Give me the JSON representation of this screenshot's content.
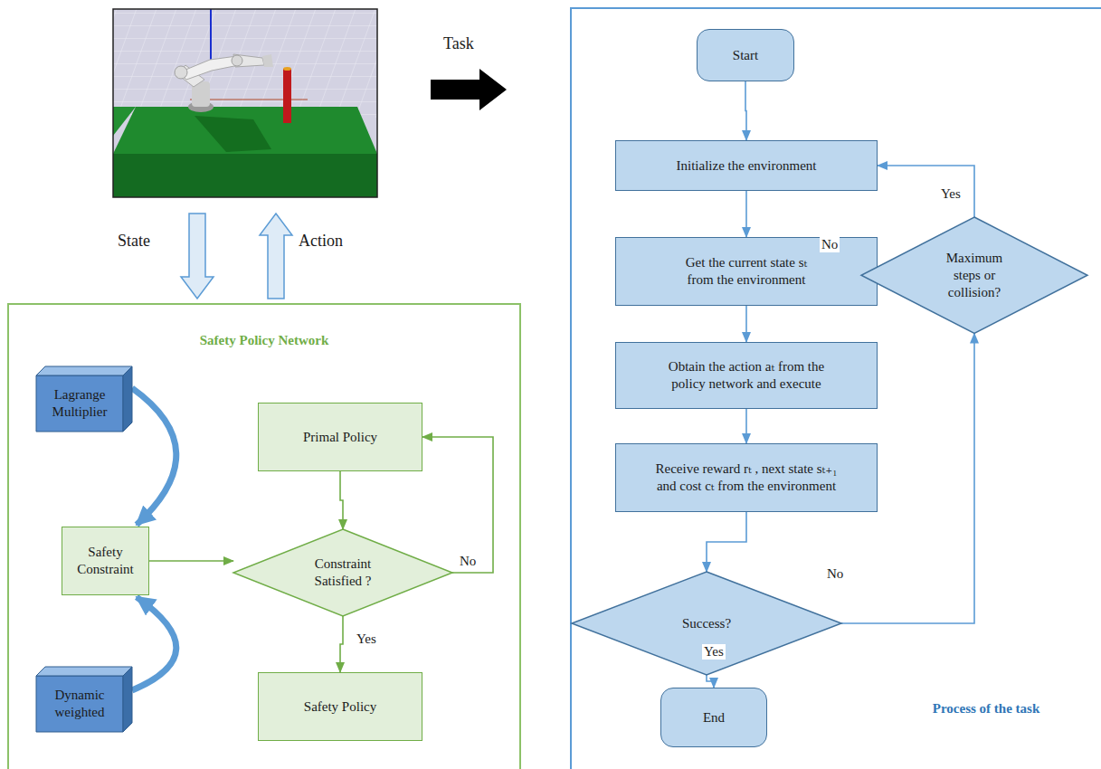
{
  "diagram": {
    "nodes": [
      {
        "text": [
          "Safety Policy Network"
        ]
      },
      {
        "text": [
          "Lagrange Multiplier"
        ],
        "in": 0
      },
      {
        "text": [
          "Primal Policy"
        ],
        "in": 0
      },
      {
        "text": [
          "Safety Constraint"
        ],
        "in": 0
      },
      {
        "text": [
          "Constraint Satisfied ?"
        ],
        "in": 0
      },
      {
        "text": [
          "Dynamic weighted"
        ],
        "in": 0
      },
      {
        "text": [
          "Safety Policy"
        ],
        "in": 0
      },
      {
        "text": [
          "Process of the task"
        ]
      },
      {
        "text": [
          "Start"
        ],
        "in": 7
      },
      {
        "text": [
          "Initialize the environment"
        ],
        "in": 7
      },
      {
        "text": [
          "Get the current state sₜ from the environment"
        ],
        "in": 7
      },
      {
        "text": [
          "Maximum steps or collision?"
        ],
        "in": 7
      },
      {
        "text": [
          "Obtain the action aₜ from the policy network and execute"
        ],
        "in": 7
      },
      {
        "text": [
          "Receive reward rₜ , next state sₜ₊₁ and cost cₜ from the environment"
        ],
        "in": 7
      },
      {
        "text": [
          "Success?"
        ],
        "in": 7
      },
      {
        "text": [
          "End"
        ],
        "in": 7
      }
    ],
    "edges": [
      {
        "from": 1,
        "to": 3,
        "arrow": "to"
      },
      {
        "from": 5,
        "to": 3,
        "arrow": "to"
      },
      {
        "from": 3,
        "to": 4,
        "arrow": "to"
      },
      {
        "from": 2,
        "to": 4,
        "arrow": "to"
      },
      {
        "from": 4,
        "to": 2,
        "label": "No",
        "arrow": "to"
      },
      {
        "from": 4,
        "to": 6,
        "label": "Yes",
        "arrow": "to"
      },
      {
        "from": 8,
        "to": 9,
        "arrow": "to"
      },
      {
        "from": 9,
        "to": 10,
        "arrow": "to"
      },
      {
        "from": 10,
        "to": 12,
        "arrow": "to"
      },
      {
        "from": 12,
        "to": 13,
        "arrow": "to"
      },
      {
        "from": 13,
        "to": 14,
        "arrow": "to"
      },
      {
        "from": 14,
        "to": 15,
        "label": "Yes",
        "arrow": "to"
      },
      {
        "from": 14,
        "to": 11,
        "label": "No",
        "arrow": "to"
      },
      {
        "from": 11,
        "to": 10,
        "label": "No",
        "arrow": "to"
      },
      {
        "from": 11,
        "to": 9,
        "label": "Yes",
        "arrow": "to"
      }
    ],
    "labels": [
      "Task",
      "State",
      "Action"
    ]
  }
}
